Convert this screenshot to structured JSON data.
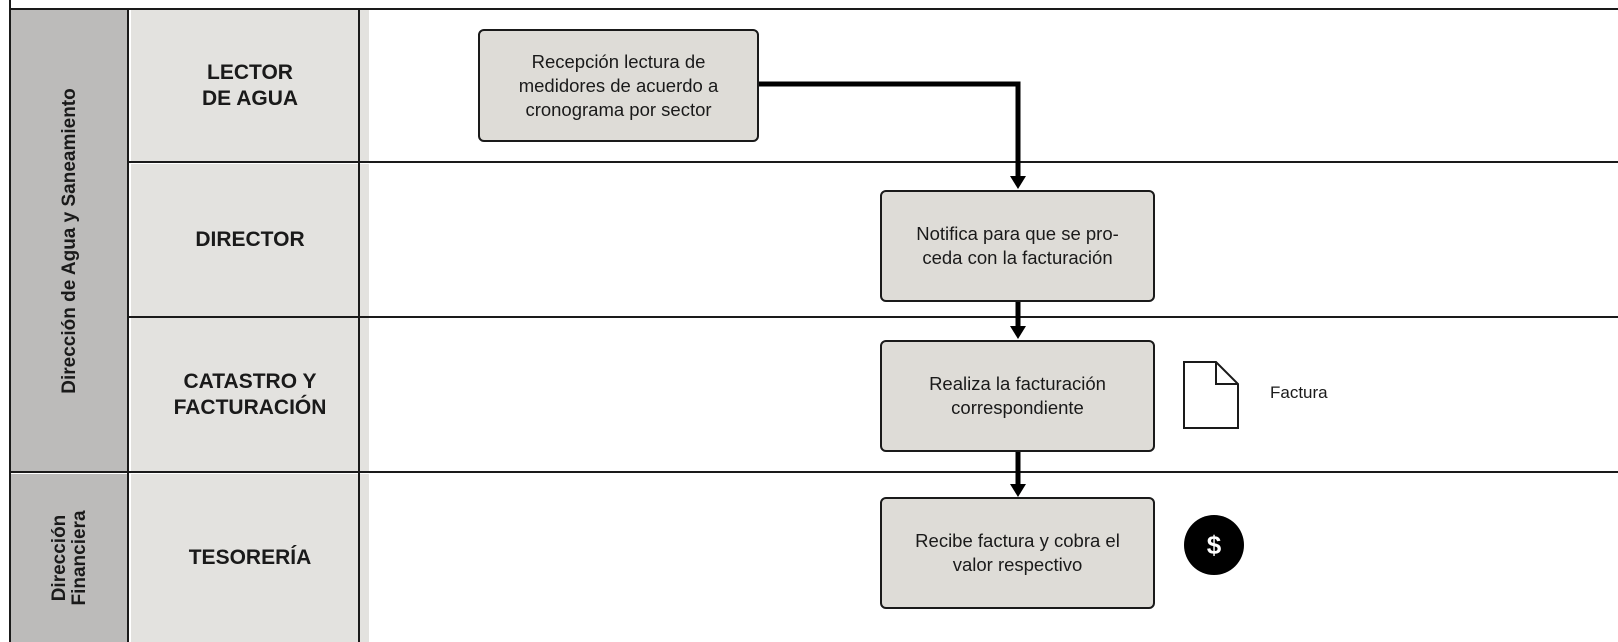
{
  "departments": [
    {
      "label": "Dirección de Agua y Saneamiento"
    },
    {
      "label": "Dirección\nFinanciera"
    }
  ],
  "roles": [
    {
      "label": "LECTOR\nDE AGUA"
    },
    {
      "label": "DIRECTOR"
    },
    {
      "label": "CATASTRO Y\nFACTURACIÓN"
    },
    {
      "label": "TESORERÍA"
    }
  ],
  "steps": [
    {
      "label": "Recepción lectura de\nmedidores de acuerdo a\ncronograma por sector"
    },
    {
      "label": "Notifica para que se pro-\nceda con la facturación"
    },
    {
      "label": "Realiza la facturación\ncorrespondiente"
    },
    {
      "label": "Recibe factura y cobra el\nvalor respectivo"
    }
  ],
  "document": {
    "label": "Factura",
    "icon": "document-icon"
  },
  "payment": {
    "symbol": "$",
    "icon": "dollar-coin-icon"
  }
}
